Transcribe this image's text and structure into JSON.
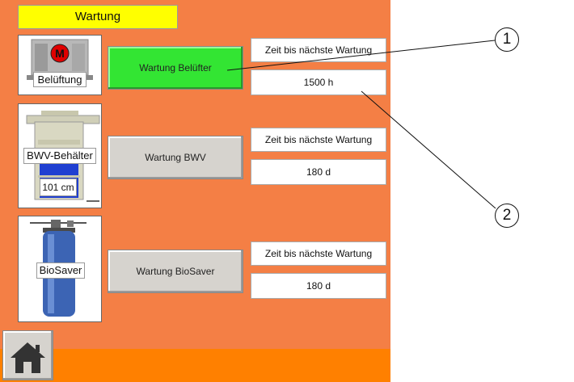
{
  "header": {
    "title": "Wartung"
  },
  "components": [
    {
      "label": "Belüftung",
      "motor_glyph": "M",
      "button_label": "Wartung Belüfter",
      "button_state": "active",
      "info_label": "Zeit bis nächste Wartung",
      "info_value": "1500 h"
    },
    {
      "label": "BWV-Behälter",
      "level_value": "101 cm",
      "button_label": "Wartung BWV",
      "button_state": "normal",
      "info_label": "Zeit bis nächste Wartung",
      "info_value": "180 d"
    },
    {
      "label": "BioSaver",
      "button_label": "Wartung BioSaver",
      "button_state": "normal",
      "info_label": "Zeit bis nächste Wartung",
      "info_value": "180 d"
    }
  ],
  "nav": {
    "home_icon": "home-icon"
  },
  "callouts": [
    "1",
    "2"
  ],
  "colors": {
    "panel": "#f47f45",
    "bottom_bar": "#ff8000",
    "title_bg": "#ffff00",
    "active_button": "#33e533",
    "normal_button": "#d6d3ce",
    "motor_red": "#e00000",
    "tank_blue": "#1f3fd1",
    "cylinder_blue": "#3c64b4"
  }
}
